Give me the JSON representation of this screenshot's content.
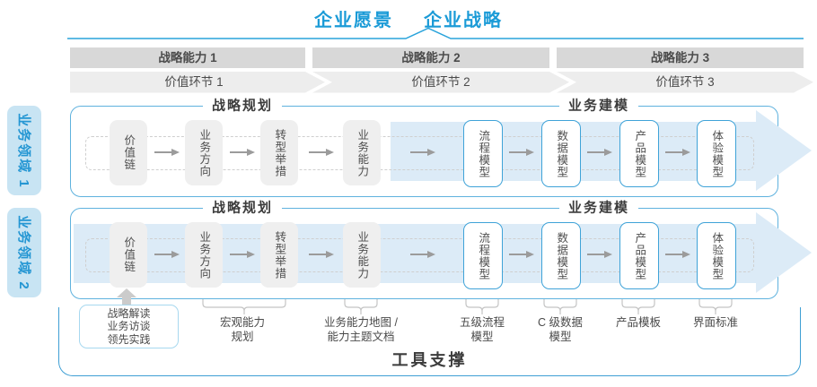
{
  "colors": {
    "accent_blue": "#1b9bd7",
    "container_border": "#5fb2de",
    "blue_box_border": "#3fa3d8",
    "band_blue": "#dcebf7",
    "sidebar_bg": "#c8e4f3",
    "sidebar_text": "#2496d3",
    "bar_gray": "#d8d8d8",
    "chevron_gray": "#ededed",
    "box_gray": "#efefef",
    "text_dark": "#3c3c3c"
  },
  "header": {
    "vision": "企业愿景",
    "strategy": "企业战略"
  },
  "capability_bars": [
    "战略能力 1",
    "战略能力 2",
    "战略能力 3"
  ],
  "value_links": [
    "价值环节 1",
    "价值环节 2",
    "价值环节 3"
  ],
  "domains": [
    {
      "label": "业务领域 1",
      "planning_title": "战略规划",
      "modeling_title": "业务建模",
      "stages": [
        "价值链",
        "业务方向",
        "转型举措",
        "业务能力",
        "流程模型",
        "数据模型",
        "产品模型",
        "体验模型"
      ]
    },
    {
      "label": "业务领域 2",
      "planning_title": "战略规划",
      "modeling_title": "业务建模",
      "stages": [
        "价值链",
        "业务方向",
        "转型举措",
        "业务能力",
        "流程模型",
        "数据模型",
        "产品模型",
        "体验模型"
      ]
    }
  ],
  "annotations": {
    "practice_box": [
      "战略解读",
      "业务访谈",
      "领先实践"
    ],
    "macro_capability": [
      "宏观能力",
      "规划"
    ],
    "capability_map": [
      "业务能力地图 /",
      "能力主题文档"
    ],
    "process_model": [
      "五级流程",
      "模型"
    ],
    "data_model": [
      "C 级数据",
      "模型"
    ],
    "product_template": "产品模板",
    "ui_standard": "界面标准"
  },
  "footer": {
    "tool_support": "工具支撑"
  }
}
